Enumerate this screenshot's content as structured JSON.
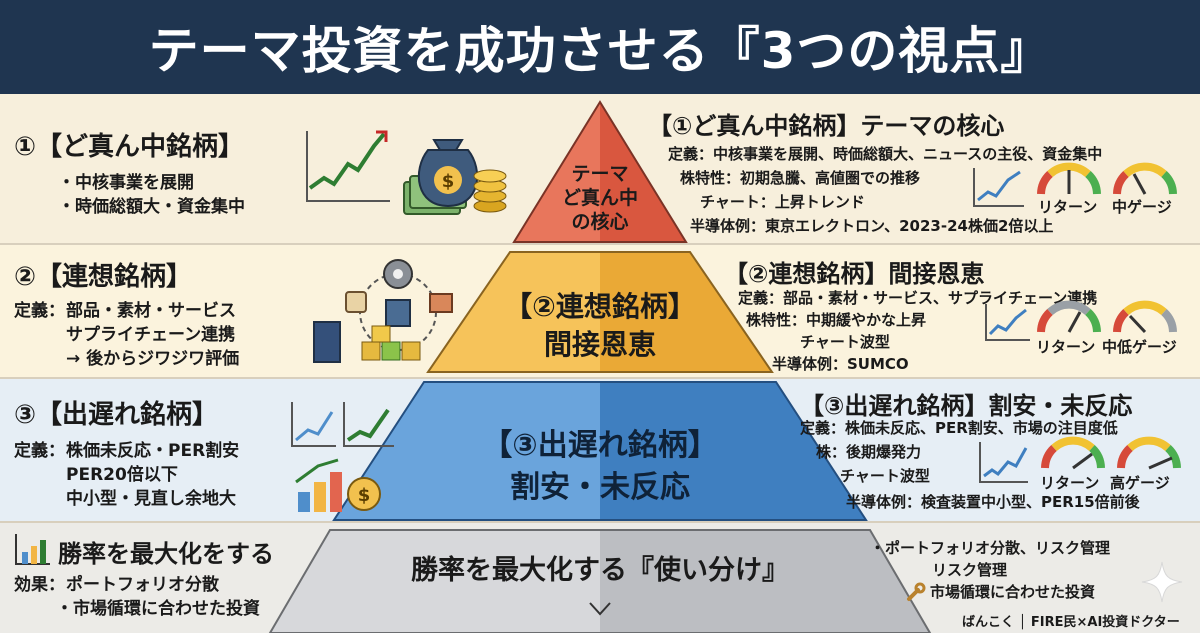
{
  "title": "テーマ投資を成功させる『3つの視点』",
  "colors": {
    "header": "#1f3550",
    "tier1": "#e2654f",
    "tier2": "#f2b544",
    "tier3": "#4f8ecb",
    "base": "#c9cbcf",
    "gauge_red": "#d64a3a",
    "gauge_yellow": "#f1c232",
    "gauge_green": "#4caf50"
  },
  "left": {
    "s1": {
      "heading": "①【ど真ん中銘柄】",
      "lines": [
        "・中核事業を展開",
        "・時価総額大・資金集中"
      ]
    },
    "s2": {
      "heading": "②【連想銘柄】",
      "def_label": "定義：",
      "lines": [
        "部品・素材・サービス",
        "サプライチェーン連携",
        "→ 後からジワジワ評価"
      ]
    },
    "s3": {
      "heading": "③【出遅れ銘柄】",
      "def_label": "定義：",
      "lines": [
        "株価未反応・PER割安",
        "PER20倍以下",
        "中小型・見直し余地大"
      ]
    },
    "s4": {
      "heading": "勝率を最大化をする",
      "eff_label": "効果：",
      "lines": [
        "ポートフォリオ分散",
        "・市場循環に合わせた投資"
      ]
    }
  },
  "pyramid": {
    "tier1": [
      "テーマ",
      "ど真ん中",
      "の核心"
    ],
    "tier2": [
      "【②連想銘柄】",
      "間接恩恵"
    ],
    "tier3": [
      "【③出遅れ銘柄】",
      "割安・未反応"
    ],
    "base": "勝率を最大化する『使い分け』"
  },
  "right": {
    "s1": {
      "heading": "【①ど真ん中銘柄】テーマの核心",
      "lines": [
        "定義：中核事業を展開、時価総額大、ニュースの主役、資金集中",
        "株特性：初期急騰、高値圏での推移",
        "チャート：上昇トレンド",
        "半導体例：東京エレクトロン、2023-24株価2倍以上"
      ],
      "gauge1": "リターン",
      "gauge2": "中ゲージ"
    },
    "s2": {
      "heading": "【②連想銘柄】間接恩恵",
      "lines": [
        "定義：部品・素材・サービス、サプライチェーン連携",
        "株特性：中期緩やかな上昇",
        "チャート波型",
        "半導体例：SUMCO"
      ],
      "gauge1": "リターン",
      "gauge2": "中低ゲージ"
    },
    "s3": {
      "heading": "【③出遅れ銘柄】割安・未反応",
      "lines": [
        "定義：株価未反応、PER割安、市場の注目度低",
        "株：後期爆発力",
        "チャート波型",
        "半導体例：検査装置中小型、PER15倍前後"
      ],
      "gauge1": "リターン",
      "gauge2": "高ゲージ"
    },
    "s4": {
      "lines": [
        "・ポートフォリオ分散、リスク管理",
        "リスク管理",
        "市場循環に合わせた投資"
      ]
    }
  },
  "credit": "ばんこく │ FIRE民×AI投資ドクター"
}
